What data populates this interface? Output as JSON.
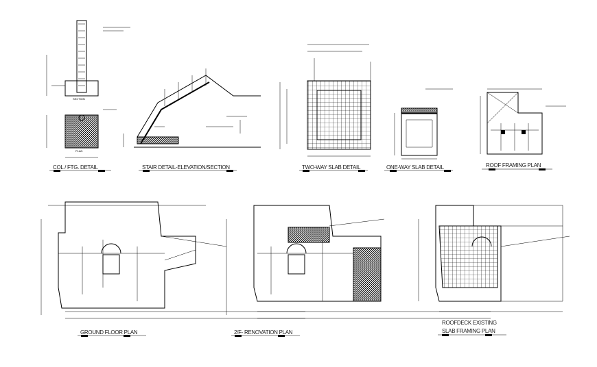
{
  "drawings": [
    {
      "id": "col-ftg",
      "title": "COL / FTG. DETAIL",
      "notes": [
        "SECTION",
        "PLAN"
      ]
    },
    {
      "id": "stair",
      "title": "STAIR DETAIL-ELEVATION/SECTION"
    },
    {
      "id": "two-way",
      "title": "TWO-WAY SLAB DETAIL"
    },
    {
      "id": "one-way",
      "title": "ONE-WAY SLAB DETAIL"
    },
    {
      "id": "roof-framing",
      "title": "ROOF FRAMING PLAN"
    },
    {
      "id": "ground-floor",
      "title": "GROUND FLOOR PLAN"
    },
    {
      "id": "renovation",
      "title": "2/F- RENOVATION PLAN"
    },
    {
      "id": "roofdeck",
      "title_line1": "ROOFDECK EXISTING",
      "title_line2": "SLAB FRAMING PLAN"
    }
  ],
  "colors": {
    "line": "#000000",
    "background": "#ffffff"
  }
}
